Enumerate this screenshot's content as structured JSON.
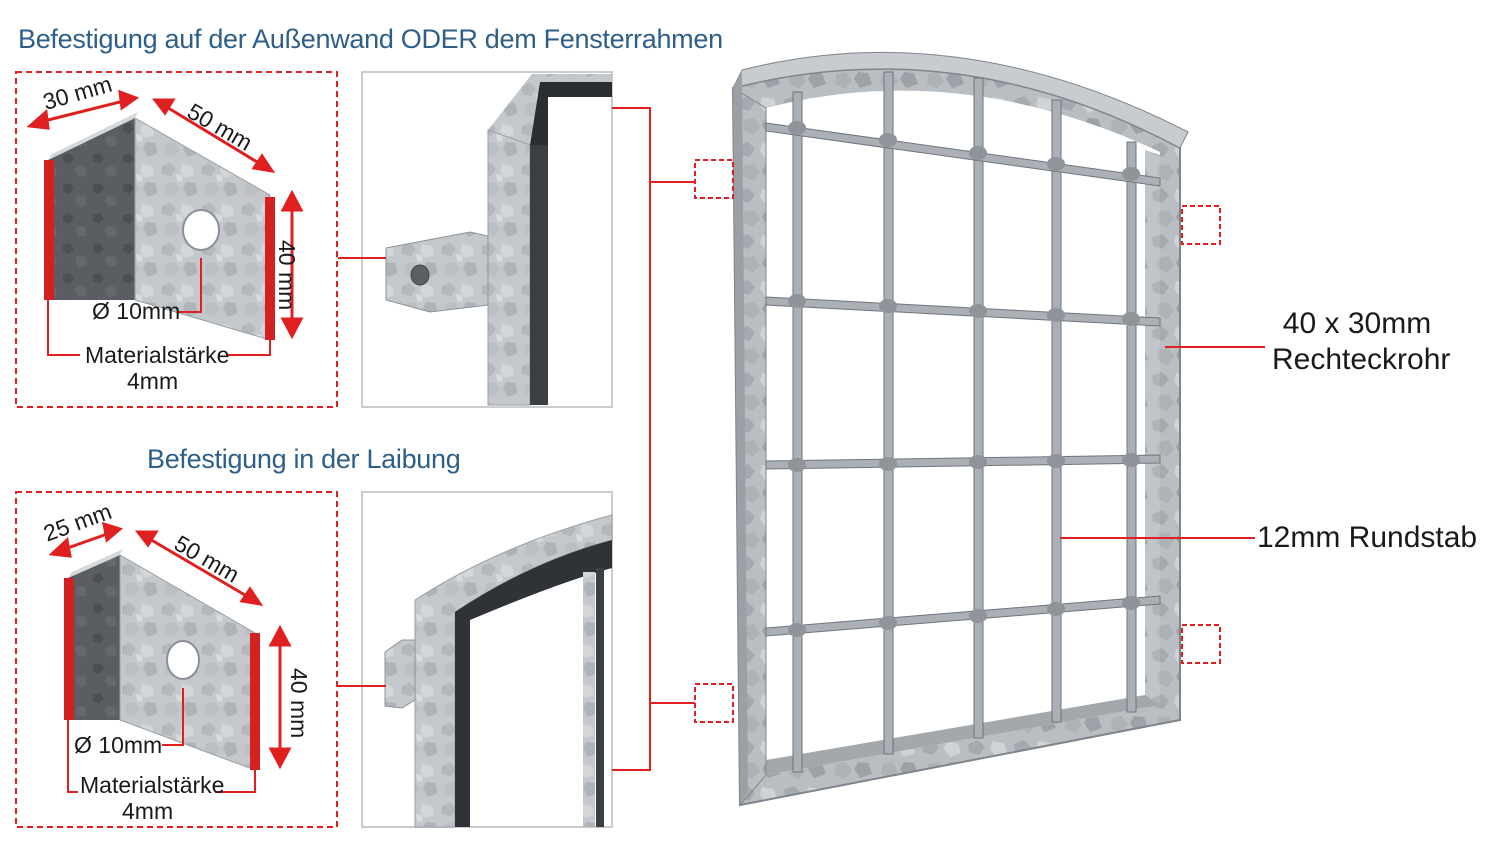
{
  "top_section": {
    "heading": "Befestigung auf der Außenwand ODER dem Fensterrahmen",
    "dim_width": "30 mm",
    "dim_depth": "50 mm",
    "dim_height": "40 mm",
    "hole_label": "Ø 10mm",
    "material_label": "Materialstärke",
    "material_value": "4mm"
  },
  "bottom_section": {
    "heading": "Befestigung in der Laibung",
    "dim_width": "25 mm",
    "dim_depth": "50 mm",
    "dim_height": "40 mm",
    "hole_label": "Ø 10mm",
    "material_label": "Materialstärke",
    "material_value": "4mm"
  },
  "window_callouts": {
    "frame_line1": "40 x 30mm",
    "frame_line2": "Rechteckrohr",
    "bar_label": "12mm Rundstab"
  },
  "colors": {
    "accent_red": "#e02020",
    "heading_blue": "#2e5f8a",
    "steel_light": "#c9cdd1",
    "steel_mid": "#a9aeb3",
    "steel_dark": "#55595d"
  },
  "icons": [
    "l-bracket-drawing",
    "bracket-closeup",
    "window-grille-drawing",
    "mount-point-marker"
  ]
}
